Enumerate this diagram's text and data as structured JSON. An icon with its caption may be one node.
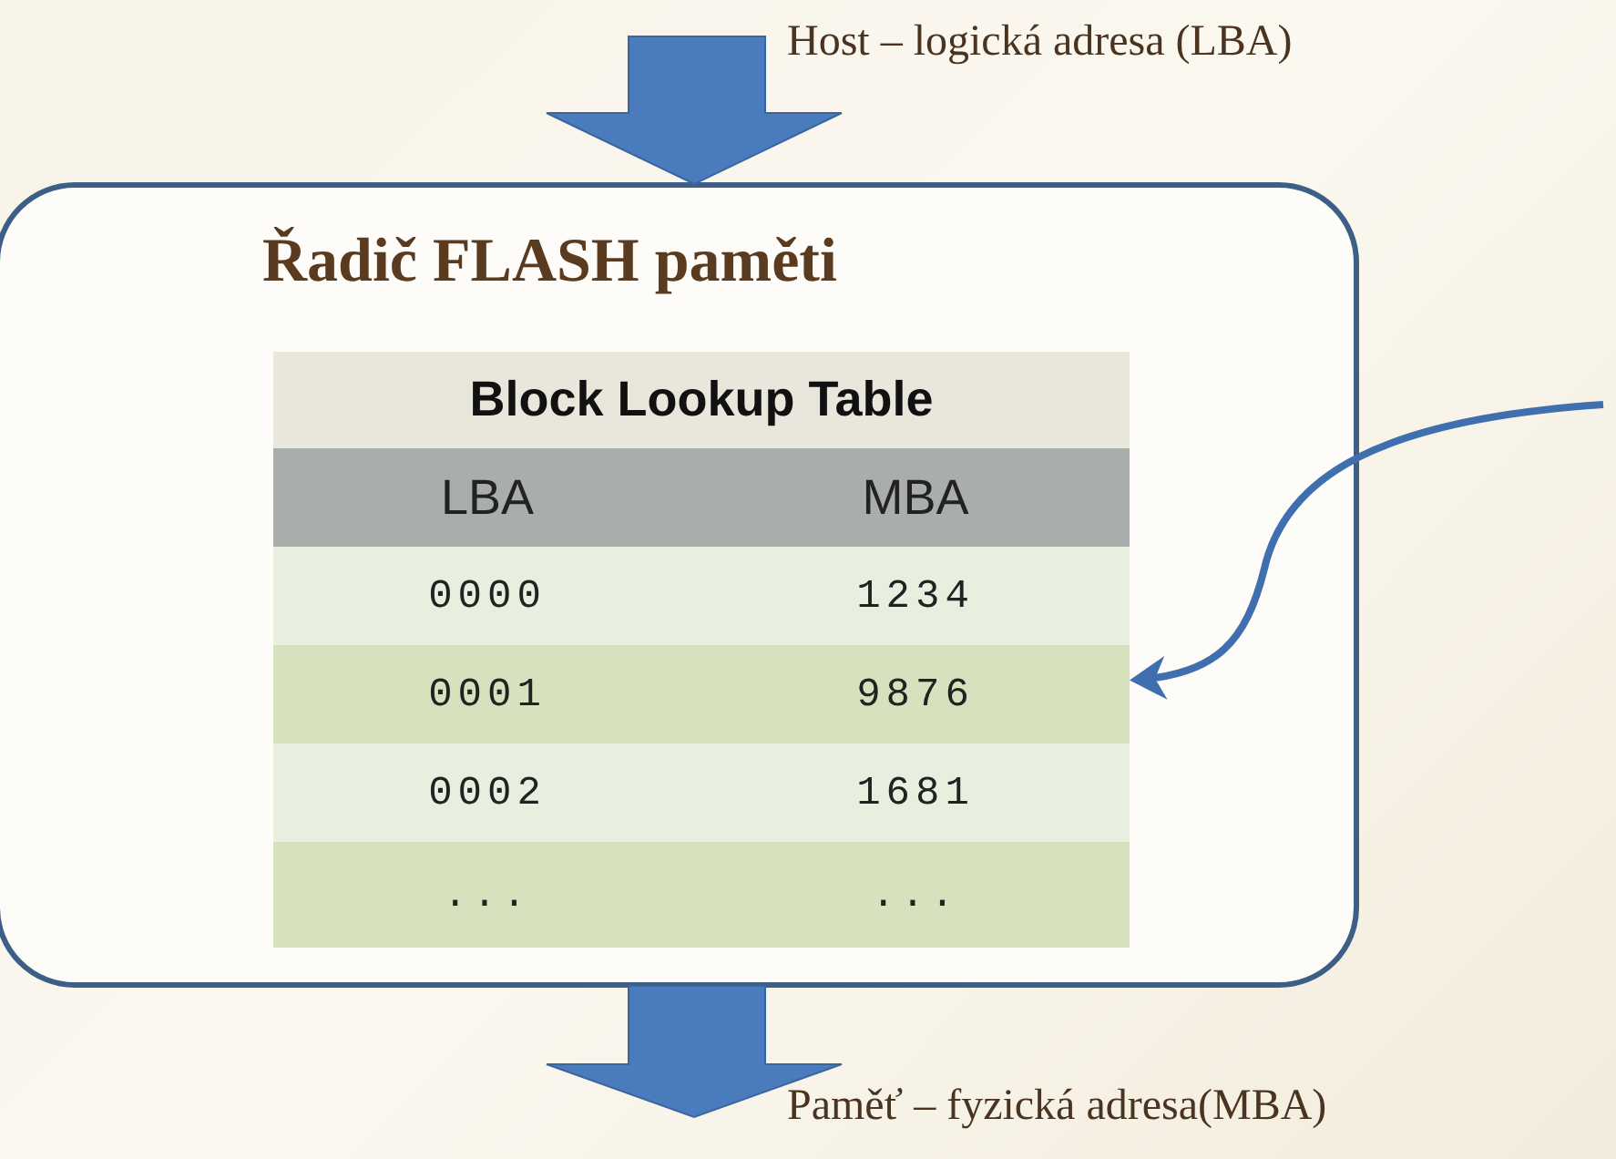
{
  "diagram": {
    "nodes": [
      {
        "text": [
          "Řadič FLASH paměti"
        ]
      },
      {
        "text": [
          "Block Lookup Table"
        ],
        "in": 0
      }
    ],
    "edges": [
      {
        "from": null,
        "to": 0,
        "arrow": "to",
        "label": "Host – logická adresa (LBA)",
        "style": "thick"
      },
      {
        "from": 0,
        "to": null,
        "arrow": "to",
        "label": "Paměť – fyzická adresa(MBA)",
        "style": "thick"
      },
      {
        "from": null,
        "to": 1,
        "arrow": "to"
      }
    ],
    "labels": [
      "LBA",
      "MBA",
      "0000",
      "1234",
      "0001",
      "9876",
      "0002",
      "1681",
      "...",
      "..."
    ]
  }
}
